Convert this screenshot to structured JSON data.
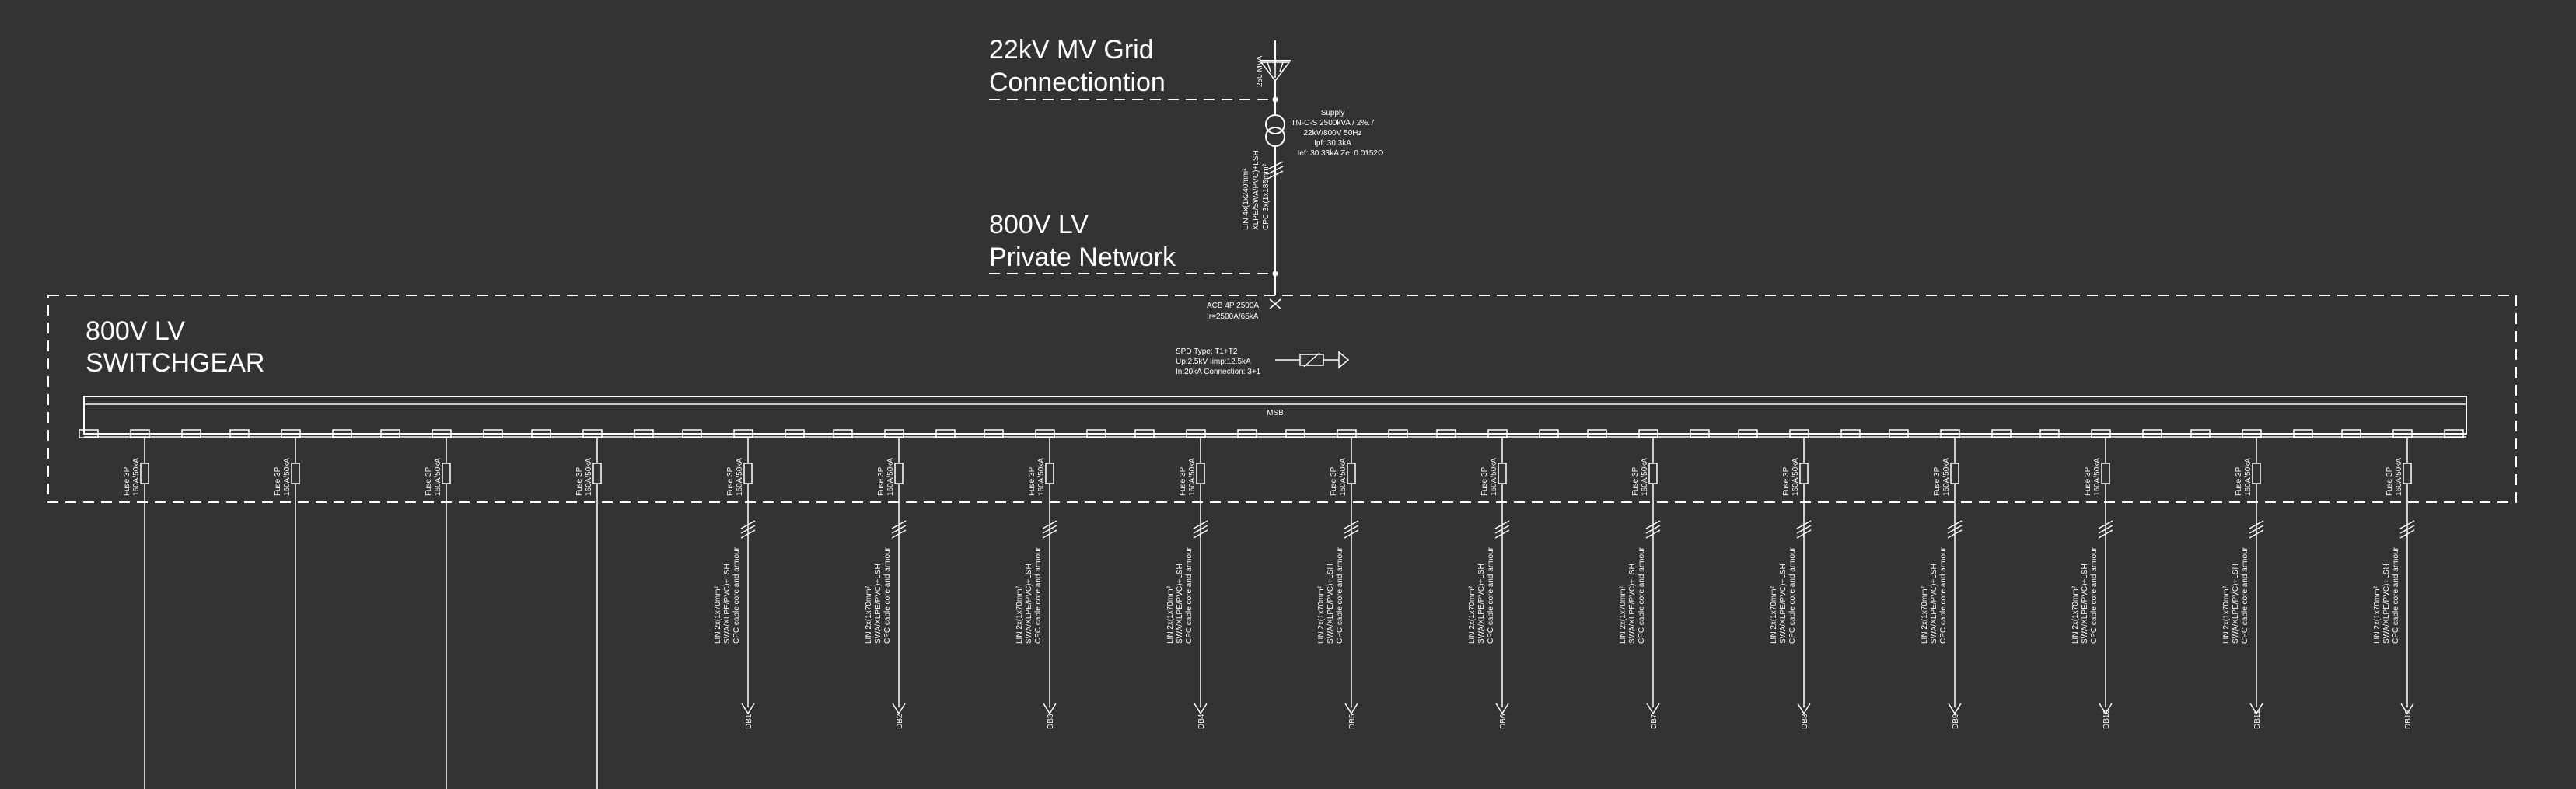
{
  "grid": {
    "title_line1": "22kV MV Grid",
    "title_line2": "Connectiontion",
    "source_rating": "250 MVA"
  },
  "transformer": {
    "line1": "Supply",
    "line2": "TN-C-S 2500kVA / 2%.7",
    "line3": "22kV/800V 50Hz",
    "line4": "Ipf: 30.3kA",
    "line5": "Ief: 30.33kA   Ze: 0.0152Ω"
  },
  "supply_cable": {
    "line1": "LIN 4x(1x240mm²",
    "line2": "XLPE/SWA/PVC)+LSH",
    "line3": "CPC 3x(1x185mm²"
  },
  "lv_network": {
    "title_line1": "800V LV",
    "title_line2": "Private Network"
  },
  "switchgear": {
    "title_line1": "800V LV",
    "title_line2": "SWITCHGEAR",
    "incomer_line1": "ACB 4P 2500A",
    "incomer_line2": "Ir=2500A/65kA",
    "spd_line1": "SPD Type: T1+T2",
    "spd_line2": "Up:2.5kV Iimp:12.5kA",
    "spd_line3": "In:20kA Connection: 3+1",
    "busbar_label": "MSB"
  },
  "outgoing": {
    "fuse_line1": "Fuse 3P",
    "fuse_line2": "160A/50kA",
    "cable_line1": "LIN 2x(1x70mm²",
    "cable_line2": "SWA/XLPE/PVC)+LSH",
    "cable_line3": "CPC cable core and armour",
    "feeders": [
      {
        "end": ""
      },
      {
        "end": ""
      },
      {
        "end": ""
      },
      {
        "end": ""
      },
      {
        "end": "DB1"
      },
      {
        "end": "DB2"
      },
      {
        "end": "DB3"
      },
      {
        "end": "DB4"
      },
      {
        "end": "DB5"
      },
      {
        "end": "DB6"
      },
      {
        "end": "DB7"
      },
      {
        "end": "DB8"
      },
      {
        "end": "DB9"
      },
      {
        "end": "DB10"
      },
      {
        "end": "DB11"
      },
      {
        "end": "DB12"
      }
    ]
  },
  "colors": {
    "background": "#333333",
    "line": "#ffffff"
  }
}
